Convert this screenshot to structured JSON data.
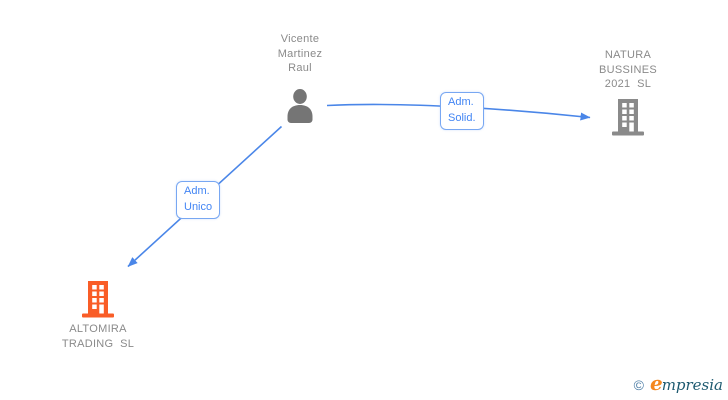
{
  "page": {
    "background": "#ffffff",
    "colors": {
      "edge_blue": "#4a86e8",
      "edge_label_text": "#4285f4",
      "edge_label_border": "#78a7f2",
      "node_label_gray": "#8a8a8a",
      "person_icon_gray": "#757575",
      "company_gray": "#8a8a8a",
      "company_orange": "#f95d27",
      "watermark_copyright": "#4a7ca5",
      "watermark_e_orange": "#f5881f",
      "watermark_teal": "#1e5a70"
    }
  },
  "graph": {
    "edge_color": "#4a86e8",
    "nodes": {
      "person": {
        "label": "Vicente\nMartinez\nRaul",
        "icon": "person-icon",
        "icon_color": "#757575"
      },
      "company_right": {
        "label": "NATURA\nBUSSINES\n2021  SL",
        "icon": "building-icon",
        "icon_color": "#8a8a8a"
      },
      "company_left": {
        "label": "ALTOMIRA\nTRADING  SL",
        "icon": "building-icon",
        "icon_color": "#f95d27"
      }
    },
    "edges": {
      "person_to_company_right": {
        "label": "Adm.\nSolid."
      },
      "person_to_company_left": {
        "label": "Adm.\nUnico"
      }
    }
  },
  "footer": {
    "copyright_symbol": "©",
    "brand_first_letter": "e",
    "brand_rest": "mpresia"
  }
}
